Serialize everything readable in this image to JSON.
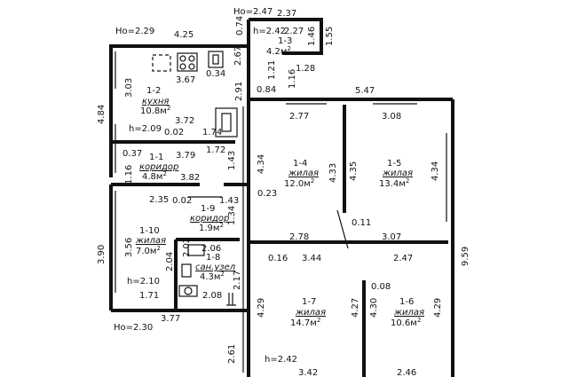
{
  "heights": {
    "kitchen_ceiling": "Нo=2.29",
    "top_ceiling": "Нo=2.47",
    "bottom_ceiling": "Нo=2.30"
  },
  "rooms": [
    {
      "id": "1-2",
      "number": "1-2",
      "name": "кухня",
      "area": "10.8м",
      "sup": "2"
    },
    {
      "id": "1-3",
      "number": "1-3",
      "name": "",
      "area": "4.2м",
      "sup": "2"
    },
    {
      "id": "1-1",
      "number": "1-1",
      "name": "коридор",
      "area": "4.8м",
      "sup": "2"
    },
    {
      "id": "1-4",
      "number": "1-4",
      "name": "жилая",
      "area": "12.0м",
      "sup": "2"
    },
    {
      "id": "1-5",
      "number": "1-5",
      "name": "жилая",
      "area": "13.4м",
      "sup": "2"
    },
    {
      "id": "1-9",
      "number": "1-9",
      "name": "коридор",
      "area": "1.9м",
      "sup": "2"
    },
    {
      "id": "1-10",
      "number": "1-10",
      "name": "жилая",
      "area": "7.0м",
      "sup": "2"
    },
    {
      "id": "1-8",
      "number": "1-8",
      "name": "сан.узел",
      "area": "4.3м",
      "sup": "2"
    },
    {
      "id": "1-7",
      "number": "1-7",
      "name": "жилая",
      "area": "14.7м",
      "sup": "2"
    },
    {
      "id": "1-6",
      "number": "1-6",
      "name": "жилая",
      "area": "10.6м",
      "sup": "2"
    }
  ],
  "local_heights": {
    "h_kitchen": "h=2.09",
    "h_small": "h=2.42",
    "h_bath": "h=2.10",
    "h_main": "h=2.42"
  },
  "dimensions": {
    "d237": "2.37",
    "d074": "0.74",
    "d227": "2.27",
    "d146": "1.46",
    "d155": "1.55",
    "d128": "1.28",
    "d425": "4.25",
    "d267": "2.67",
    "d034": "0.34",
    "d367": "3.67",
    "d121": "1.21",
    "d116a": "1.16",
    "d084": "0.84",
    "d547": "5.47",
    "d291": "2.91",
    "d303": "3.03",
    "d372": "3.72",
    "d277": "2.77",
    "d308": "3.08",
    "d484": "4.84",
    "d002a": "0.02",
    "d174": "1.74",
    "d172": "1.72",
    "d037": "0.37",
    "d379": "3.79",
    "d143a": "1.43",
    "d434a": "4.34",
    "d433": "4.33",
    "d435": "4.35",
    "d434b": "4.34",
    "d116b": "1.16",
    "d382": "3.82",
    "d235": "2.35",
    "d002b": "0.02",
    "d143b": "1.43",
    "d023": "0.23",
    "d134": "1.34",
    "d011": "0.11",
    "d959": "9.59",
    "d390": "3.90",
    "d356": "3.56",
    "d278": "2.78",
    "d307": "3.07",
    "d206": "2.06",
    "d202": "2.02",
    "d204": "2.04",
    "d016": "0.16",
    "d344": "3.44",
    "d247": "2.47",
    "d217": "2.17",
    "d008": "0.08",
    "d171": "1.71",
    "d208": "2.08",
    "d429a": "4.29",
    "d427": "4.27",
    "d430": "4.30",
    "d429b": "4.29",
    "d377": "3.77",
    "d261": "2.61",
    "d342": "3.42",
    "d246": "2.46"
  }
}
